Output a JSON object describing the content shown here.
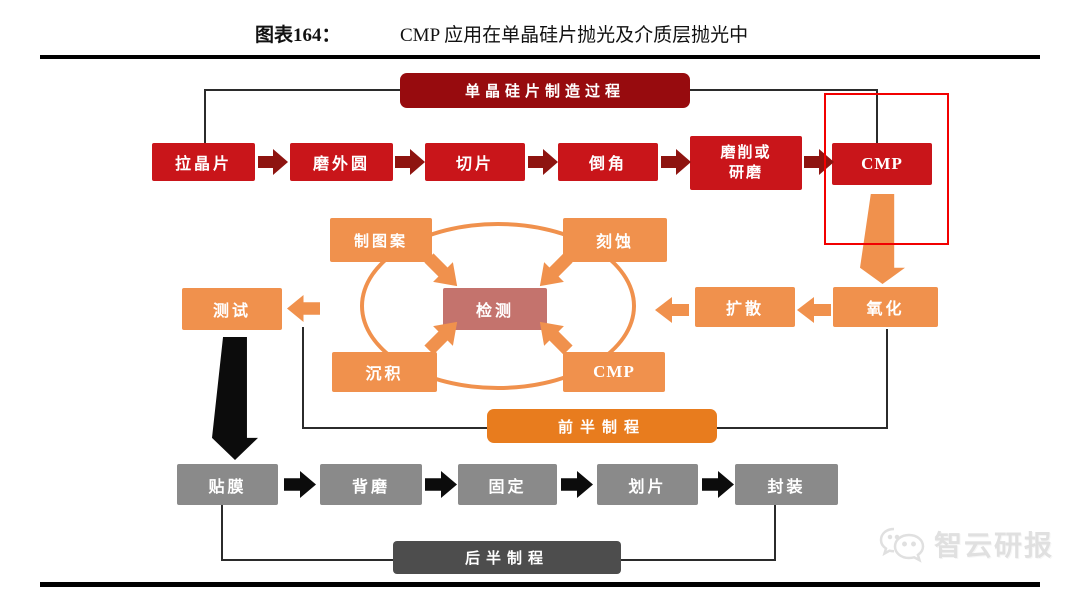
{
  "header": {
    "figure_label": "图表164：",
    "title": "CMP 应用在单晶硅片抛光及介质层抛光中"
  },
  "diagram": {
    "top_banner": "单晶硅片制造过程",
    "wafer_row": [
      "拉晶片",
      "磨外圆",
      "切片",
      "倒角",
      "磨削或研磨",
      "CMP"
    ],
    "cycle": {
      "top_left": "制图案",
      "top_right": "刻蚀",
      "bottom_left": "沉积",
      "bottom_right": "CMP",
      "center": "检测",
      "test": "测试",
      "diffusion": "扩散",
      "oxidation": "氧化"
    },
    "front_banner": "前半制程",
    "back_row": [
      "贴膜",
      "背磨",
      "固定",
      "划片",
      "封装"
    ],
    "back_banner": "后半制程"
  },
  "watermark": {
    "label": "智云研报"
  },
  "colors": {
    "red": "#c9151a",
    "dark_red": "#970b0e",
    "maroon_arrow": "#8e1410",
    "orange": "#f0914d",
    "deep_orange": "#e87c1e",
    "rose": "#c4736d",
    "gray": "#8a8a8a",
    "dark_gray": "#4d4d4d",
    "highlight": "#f20000"
  }
}
